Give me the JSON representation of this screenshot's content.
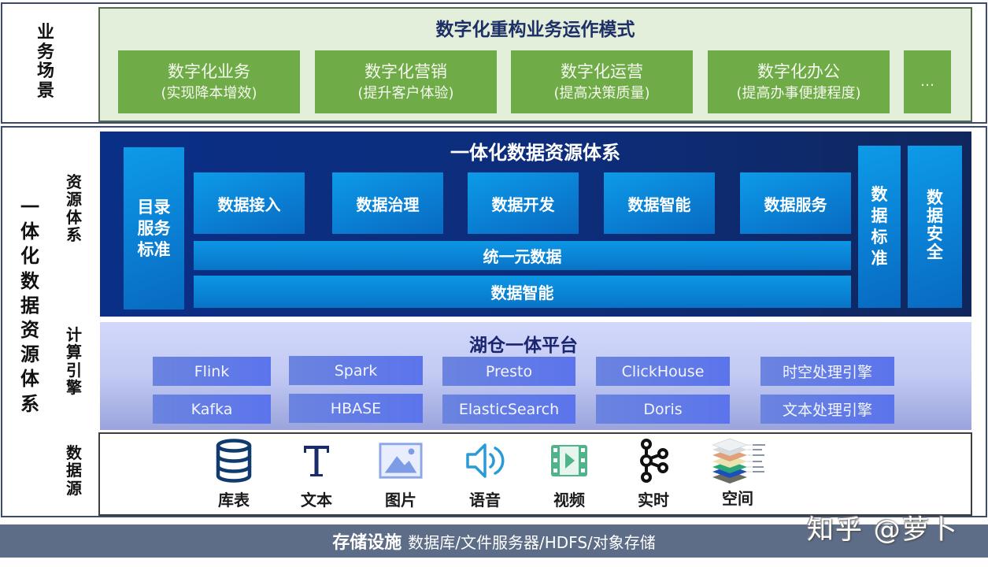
{
  "business_scenarios": {
    "side_label": [
      "业",
      "务",
      "场",
      "景"
    ],
    "title": "数字化重构业务运作模式",
    "cards": [
      {
        "title": "数字化业务",
        "subtitle": "(实现降本增效)"
      },
      {
        "title": "数字化营销",
        "subtitle": "(提升客户体验)"
      },
      {
        "title": "数字化运营",
        "subtitle": "(提高决策质量)"
      },
      {
        "title": "数字化办公",
        "subtitle": "(提高办事便捷程度)"
      },
      {
        "title": "…",
        "subtitle": ""
      }
    ],
    "colors": {
      "panel": "#e3eedb",
      "card": "#6fab46",
      "title": "#1e2f66"
    }
  },
  "integrated_system": {
    "side_label": [
      "一",
      "体",
      "化",
      "数",
      "据",
      "资",
      "源",
      "体",
      "系"
    ],
    "resource_system": {
      "side_label": [
        "资",
        "源",
        "体",
        "系"
      ],
      "title": "一体化数据资源体系",
      "left_column": [
        "目录",
        "服务",
        "标准"
      ],
      "modules": [
        "数据接入",
        "数据治理",
        "数据开发",
        "数据智能",
        "数据服务"
      ],
      "bars": [
        "统一元数据",
        "数据智能"
      ],
      "right_columns": [
        {
          "lines": [
            "数",
            "据",
            "标",
            "准"
          ]
        },
        {
          "lines": [
            "数",
            "据",
            "安",
            "全"
          ]
        }
      ],
      "colors": {
        "panel": "#0d2d7a",
        "box": "#0a86d6"
      }
    },
    "compute_engine": {
      "side_label": [
        "计",
        "算",
        "引",
        "擎"
      ],
      "title": "湖仓一体平台",
      "engines_row1": [
        "Flink",
        "Spark",
        "Presto",
        "ClickHouse",
        "时空处理引擎"
      ],
      "engines_row2": [
        "Kafka",
        "HBASE",
        "ElasticSearch",
        "Doris",
        "文本处理引擎"
      ],
      "colors": {
        "panel": "#c2c9f3",
        "engine": "#6176e6"
      }
    },
    "data_sources": {
      "side_label": [
        "数",
        "据",
        "源"
      ],
      "items": [
        {
          "label": "库表",
          "icon": "database-icon"
        },
        {
          "label": "文本",
          "icon": "text-icon"
        },
        {
          "label": "图片",
          "icon": "image-icon"
        },
        {
          "label": "语音",
          "icon": "speaker-icon"
        },
        {
          "label": "视频",
          "icon": "video-icon"
        },
        {
          "label": "实时",
          "icon": "stream-icon"
        },
        {
          "label": "空间",
          "icon": "map-layers-icon"
        }
      ]
    }
  },
  "storage": {
    "title": "存储设施",
    "detail": "数据库/文件服务器/HDFS/对象存储",
    "color": "#5d6d87"
  },
  "watermark": "知乎 @萝卜"
}
